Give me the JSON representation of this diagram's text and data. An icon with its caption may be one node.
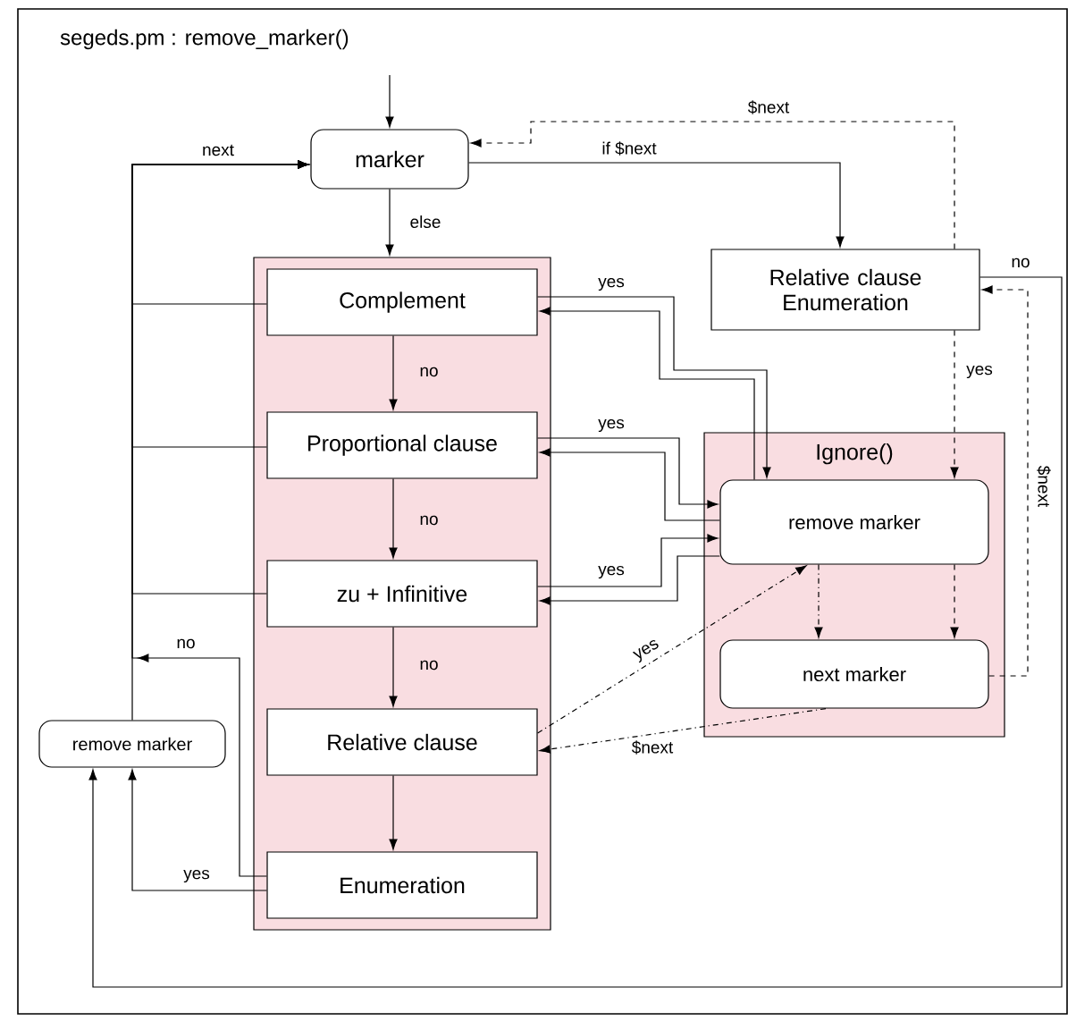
{
  "diagram": {
    "title": "segeds.pm : remove_marker()",
    "nodes": [
      {
        "text": [
          "marker"
        ]
      },
      {
        "text": [],
        "shape": "box"
      },
      {
        "text": [
          "Complement"
        ],
        "in": 1
      },
      {
        "text": [
          "Proportional clause"
        ],
        "in": 1
      },
      {
        "text": [
          "zu + Infinitive"
        ],
        "in": 1
      },
      {
        "text": [
          "Relative clause"
        ],
        "in": 1
      },
      {
        "text": [
          "Enumeration"
        ],
        "in": 1
      },
      {
        "text": [
          "Relative clause Enumeration"
        ]
      },
      {
        "text": [
          "Ignore()"
        ]
      },
      {
        "text": [
          "remove marker"
        ],
        "in": 8
      },
      {
        "text": [
          "next marker"
        ],
        "in": 8
      },
      {
        "text": [
          "remove marker"
        ]
      }
    ],
    "edges": [
      {
        "from": null,
        "to": 0,
        "arrow": "to"
      },
      {
        "from": 0,
        "to": 1,
        "arrow": "to",
        "label": "else"
      },
      {
        "from": 0,
        "to": 7,
        "arrow": "to",
        "label": "if $next"
      },
      {
        "from": 7,
        "to": 0,
        "arrow": "to",
        "label": "$next",
        "style": "dashed"
      },
      {
        "from": 7,
        "to": 9,
        "arrow": "to",
        "label": "yes",
        "style": "dashed"
      },
      {
        "from": 10,
        "to": 7,
        "arrow": "to",
        "label": "$next",
        "style": "dashed"
      },
      {
        "from": 7,
        "to": 11,
        "arrow": "to",
        "label": "no"
      },
      {
        "from": 2,
        "to": 9,
        "arrow": "to",
        "label": "yes"
      },
      {
        "from": 9,
        "to": 2,
        "arrow": "to"
      },
      {
        "from": 3,
        "to": 9,
        "arrow": "to",
        "label": "yes"
      },
      {
        "from": 9,
        "to": 3,
        "arrow": "to"
      },
      {
        "from": 4,
        "to": 9,
        "arrow": "to",
        "label": "yes"
      },
      {
        "from": 9,
        "to": 4,
        "arrow": "to"
      },
      {
        "from": 2,
        "to": 3,
        "arrow": "to",
        "label": "no"
      },
      {
        "from": 3,
        "to": 4,
        "arrow": "to",
        "label": "no"
      },
      {
        "from": 4,
        "to": 5,
        "arrow": "to",
        "label": "no"
      },
      {
        "from": 5,
        "to": 6,
        "arrow": "to"
      },
      {
        "from": 9,
        "to": 10,
        "arrow": "to",
        "style": "dashed"
      },
      {
        "from": 5,
        "to": 9,
        "arrow": "to",
        "label": "yes",
        "style": "dashed"
      },
      {
        "from": 10,
        "to": 5,
        "arrow": "to",
        "label": "$next",
        "style": "dashed"
      },
      {
        "from": 11,
        "to": 0,
        "arrow": "to",
        "label": "next"
      },
      {
        "from": 2,
        "to": 0,
        "arrow": "to"
      },
      {
        "from": 3,
        "to": 0,
        "arrow": "to"
      },
      {
        "from": 4,
        "to": 0,
        "arrow": "to"
      },
      {
        "from": 6,
        "to": 0,
        "arrow": "to",
        "label": "no"
      },
      {
        "from": 6,
        "to": 11,
        "arrow": "to",
        "label": "yes"
      },
      {
        "from": 9,
        "to": 10,
        "arrow": "to",
        "style": "dashed"
      }
    ]
  }
}
